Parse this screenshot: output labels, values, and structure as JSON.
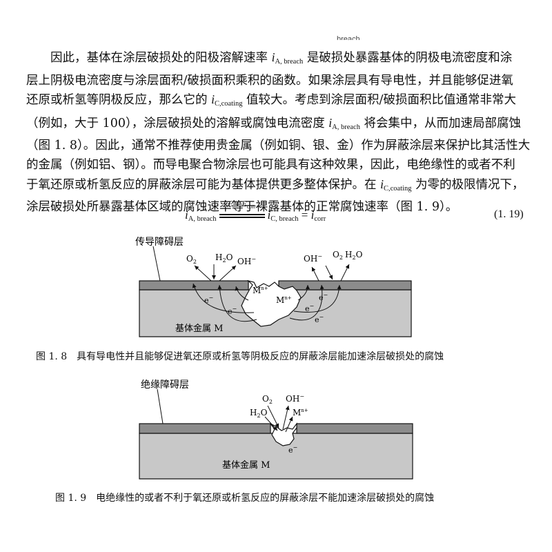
{
  "page": {
    "cutoff_text": "breach",
    "paragraph": {
      "l1_a": "因此，基体在涂层破损处的阳极溶解速率 ",
      "l1_var": "i",
      "l1_sub": "A, breach",
      "l1_b": " 是破损处暴露基体的阴极电流密度和涂",
      "l2": "层上阴极电流密度与涂层面积/破损面积乘积的函数。如果涂层具有导电性，并且能够促进氧",
      "l3_a": "还原或析氢等阴极反应，那么它的 ",
      "l3_var": "i",
      "l3_sub": "C,coating",
      "l3_b": " 值较大。考虑到涂层面积/破损面积比值通常非常大",
      "l4_a": "（例如，大于 100），涂层破损处的溶解或腐蚀电流密度 ",
      "l4_var": "i",
      "l4_sub": "A, breach",
      "l4_b": " 将会集中，从而加速局部腐蚀",
      "l5": "（图 1. 8）。因此，通常不推荐使用贵金属（例如铜、银、金）作为屏蔽涂层来保护比其活性大",
      "l6": "的金属（例如铝、钢）。而导电聚合物涂层也可能具有这种效果，因此，电绝缘性的或者不利",
      "l7_a": "于氧还原或析氢反应的屏蔽涂层可能为基体提供更多整体保护。在 ",
      "l7_var": "i",
      "l7_sub": "C,coating",
      "l7_b": " 为零的极限情况下，",
      "l8": "涂层破损处所暴露基体区域的腐蚀速率等于裸露基体的正常腐蚀速率（图 1. 9）。"
    },
    "equation": {
      "lhs_var": "i",
      "lhs_sub": "A, breach",
      "cond_var": "E",
      "cond_eq": " = ",
      "cond_var2": "E",
      "cond_sub": "corr",
      "mid_var": "i",
      "mid_sub": "C, breach",
      "equals": " = ",
      "rhs_var": "i",
      "rhs_sub": "corr",
      "number": "(1. 19)"
    },
    "figure_1_8": {
      "coating_label": "传导障碍层",
      "substrate_label": "基体金属 M",
      "species": [
        "O",
        "H",
        "OH",
        "OH",
        "O",
        "H"
      ],
      "o2": "O",
      "o2_sub": "2",
      "h2o_h": "H",
      "h2o_sub": "2",
      "h2o_o": "O",
      "oh": "OH",
      "oh_sup": "−",
      "metal_ion": "M",
      "metal_sup": "n+",
      "electron": "e",
      "electron_sup": "−",
      "caption_label": "图 1. 8",
      "caption_text": "具有导电性并且能够促进氧还原或析氢等阴极反应的屏蔽涂层能加速涂层破损处的腐蚀"
    },
    "figure_1_9": {
      "coating_label": "绝缘障碍层",
      "substrate_label": "基体金属 M",
      "caption_label": "图 1. 9",
      "caption_text": "电绝缘性的或者不利于氧还原或析氢反应的屏蔽涂层不能加速涂层破损处的腐蚀"
    },
    "colors": {
      "substrate_fill": "#c8c8c8",
      "coating_fill": "#8c8c8c",
      "pit_fill": "#ffffff",
      "stroke": "#111111"
    }
  }
}
